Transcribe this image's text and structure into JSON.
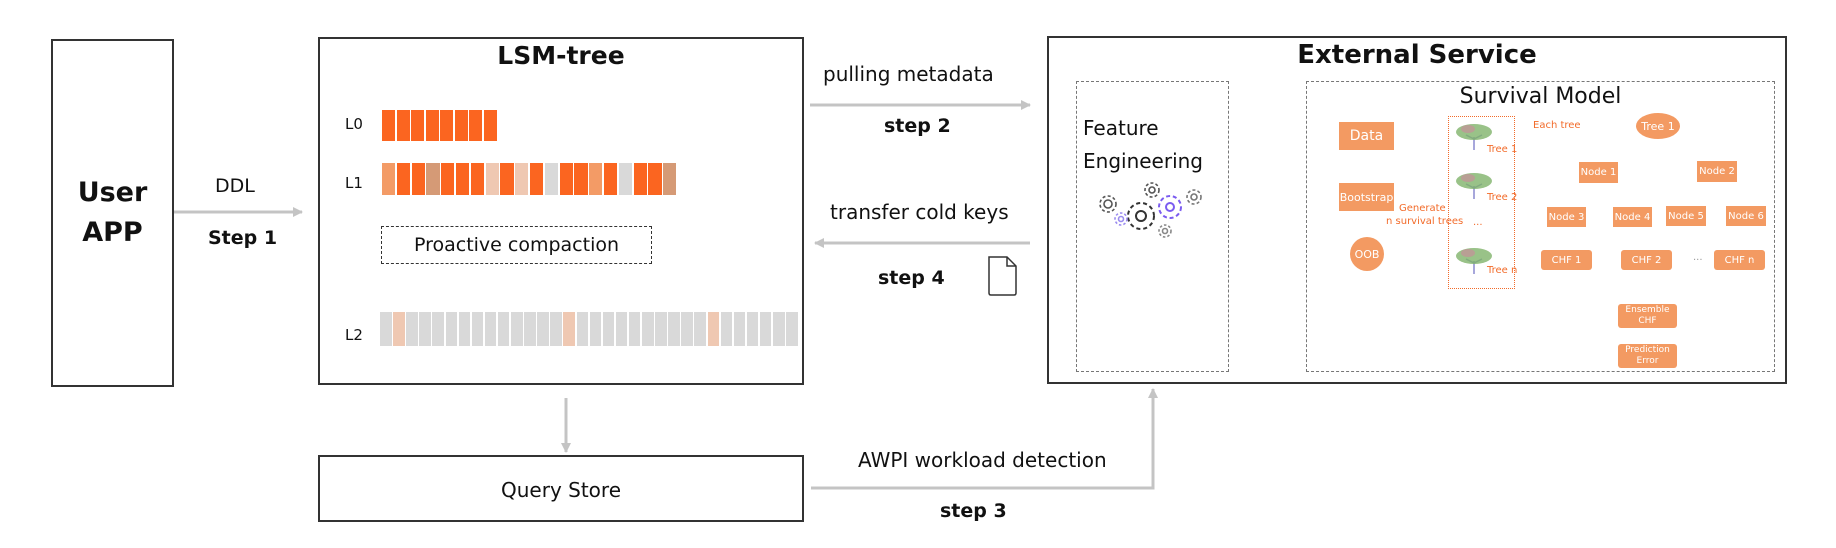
{
  "user_app": {
    "line1": "User",
    "line2": "APP"
  },
  "arrow_step1": {
    "label": "DDL",
    "step": "Step 1"
  },
  "lsm_tree": {
    "title": "LSM-tree",
    "levels": [
      {
        "label": "L0",
        "cells": [
          "hot",
          "hot",
          "hot",
          "hot",
          "hot",
          "hot",
          "hot",
          "hot"
        ]
      },
      {
        "label": "L1",
        "cells": [
          "light",
          "hot",
          "hot",
          "tan",
          "hot",
          "hot",
          "hot",
          "pale",
          "hot",
          "pale",
          "hot",
          "cold",
          "hot",
          "hot",
          "light",
          "hot",
          "cold",
          "hot",
          "hot",
          "tan"
        ]
      },
      {
        "label": "L2",
        "cells": [
          "cold",
          "pale",
          "cold",
          "cold",
          "cold",
          "cold",
          "cold",
          "cold",
          "cold",
          "cold",
          "cold",
          "cold",
          "cold",
          "cold",
          "pale",
          "cold",
          "cold",
          "cold",
          "cold",
          "cold",
          "cold",
          "cold",
          "cold",
          "cold",
          "cold",
          "pale",
          "cold",
          "cold",
          "cold",
          "cold",
          "cold",
          "cold"
        ]
      }
    ],
    "compaction_label": "Proactive compaction",
    "cell_colors": {
      "hot": "#fb6520",
      "light": "#f39b66",
      "tan": "#d59a76",
      "pale": "#efc8b2",
      "cold": "#d9d9d9"
    }
  },
  "arrow_step2": {
    "label": "pulling metadata",
    "step": "step 2"
  },
  "arrow_step4": {
    "label": "transfer cold keys",
    "step": "step 4",
    "icon": "file-icon"
  },
  "arrow_step3": {
    "label": "AWPI workload detection",
    "step": "step 3"
  },
  "query_store": {
    "label": "Query Store"
  },
  "external_service": {
    "title": "External Service",
    "feature_engineering": {
      "line1": "Feature",
      "line2": "Engineering",
      "icon": "gears-icon"
    },
    "survival_model": {
      "title": "Survival Model",
      "data": "Data",
      "bootstrap": "Bootstrap",
      "oob": "OOB",
      "generate_label_1": "Generate",
      "generate_label_2": "n survival trees",
      "trees": [
        "Tree 1",
        "Tree 2",
        "...",
        "Tree n"
      ],
      "each_tree_label": "Each tree",
      "tree_root": "Tree 1",
      "nodes": [
        "Node 1",
        "Node 2",
        "Node 3",
        "Node 4",
        "Node 5",
        "Node 6"
      ],
      "chf": [
        "CHF 1",
        "CHF 2",
        "...",
        "CHF n"
      ],
      "ensemble_1": "Ensemble",
      "ensemble_2": "CHF",
      "prediction_1": "Prediction",
      "prediction_2": "Error"
    }
  },
  "colors": {
    "arrow": "#c4c4c4",
    "node": "#f39a62",
    "accent_text": "#f26b2a",
    "border": "#333333"
  }
}
